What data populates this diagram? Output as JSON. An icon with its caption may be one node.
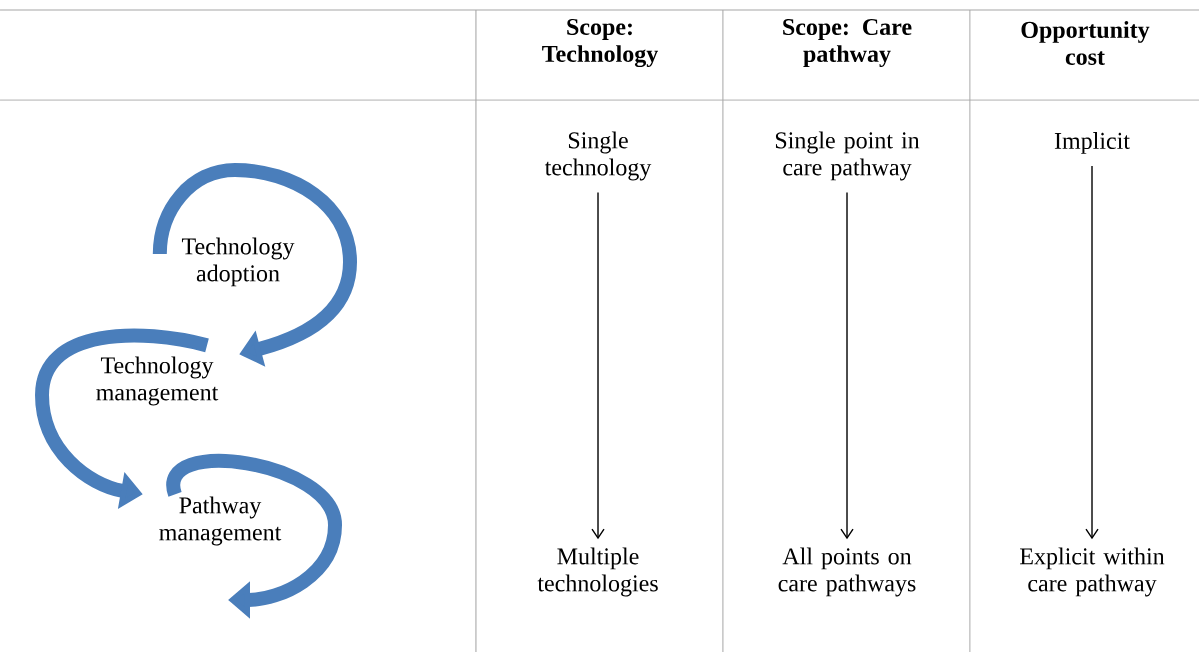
{
  "diagram": {
    "nodes": [
      {
        "text": [
          "Technology adoption"
        ]
      },
      {
        "text": [
          "Technology management"
        ]
      },
      {
        "text": [
          "Pathway management"
        ]
      },
      {
        "text": [
          "Single technology"
        ]
      },
      {
        "text": [
          "Multiple technologies"
        ]
      },
      {
        "text": [
          "Single point in care pathway"
        ]
      },
      {
        "text": [
          "All points on care pathways"
        ]
      },
      {
        "text": [
          "Implicit"
        ]
      },
      {
        "text": [
          "Explicit within care pathway"
        ]
      }
    ],
    "edges": [
      {
        "from": 0,
        "to": 1,
        "arrow": "to",
        "style": "thick",
        "color": "#4a7ebb"
      },
      {
        "from": 1,
        "to": 2,
        "arrow": "to",
        "style": "thick",
        "color": "#4a7ebb"
      },
      {
        "from": 2,
        "to": null,
        "arrow": "to",
        "style": "thick",
        "color": "#4a7ebb"
      },
      {
        "from": 3,
        "to": 4,
        "arrow": "to",
        "color": "#000000"
      },
      {
        "from": 5,
        "to": 6,
        "arrow": "to",
        "color": "#000000"
      },
      {
        "from": 7,
        "to": 8,
        "arrow": "to",
        "color": "#000000"
      }
    ],
    "labels": [
      "Scope: Technology",
      "Scope: Care pathway",
      "Opportunity cost"
    ]
  }
}
